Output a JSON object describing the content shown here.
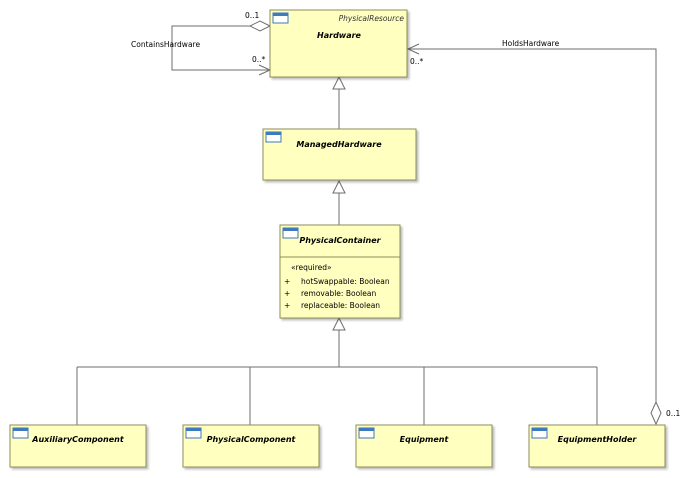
{
  "diagram": {
    "classes": {
      "hardware": {
        "name": "Hardware",
        "stereotype": "PhysicalResource"
      },
      "managed_hardware": {
        "name": "ManagedHardware"
      },
      "physical_container": {
        "name": "PhysicalContainer",
        "stereotype": "«required»",
        "attributes": [
          {
            "visibility": "+",
            "text": "hotSwappable: Boolean"
          },
          {
            "visibility": "+",
            "text": "removable: Boolean"
          },
          {
            "visibility": "+",
            "text": "replaceable: Boolean"
          }
        ]
      },
      "auxiliary_component": {
        "name": "AuxiliaryComponent"
      },
      "physical_component": {
        "name": "PhysicalComponent"
      },
      "equipment": {
        "name": "Equipment"
      },
      "equipment_holder": {
        "name": "EquipmentHolder"
      }
    },
    "associations": {
      "contains_hardware": {
        "name": "ContainsHardware",
        "mult_top": "0..1",
        "mult_bottom": "0..*"
      },
      "holds_hardware": {
        "name": "HoldsHardware",
        "mult_hardware": "0..*",
        "mult_holder": "0..1"
      }
    },
    "colors": {
      "class_fill": "#ffffc0",
      "class_border": "#8c8c5a",
      "line": "#6e6e6e",
      "icon": "#3d7abf"
    }
  }
}
